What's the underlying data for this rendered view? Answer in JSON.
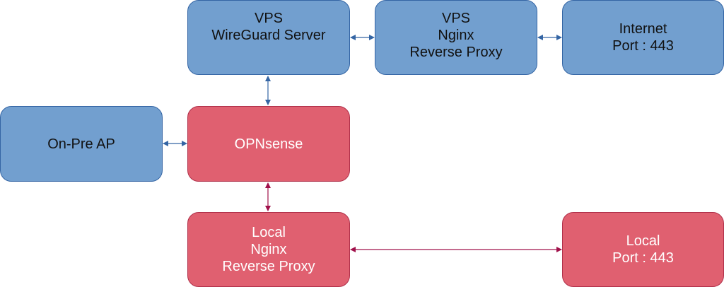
{
  "colors": {
    "vps_fill": "#729fcf",
    "vps_edge": "#3465a4",
    "local_fill": "#e06070",
    "local_edge": "#a0104a"
  },
  "nodes": {
    "vps_wireguard": {
      "label": "VPS\nWireGuard Server"
    },
    "vps_nginx": {
      "label": "VPS\nNginx\nReverse Proxy"
    },
    "internet": {
      "label": "Internet\nPort : 443"
    },
    "onpre_ap": {
      "label": "On-Pre AP"
    },
    "opnsense": {
      "label": "OPNsense"
    },
    "local_nginx": {
      "label": "Local\nNginx\nReverse Proxy"
    },
    "local_port": {
      "label": "Local\nPort : 443"
    }
  },
  "edges": [
    {
      "from": "vps_wireguard",
      "to": "vps_nginx",
      "direction": "both",
      "group": "vps"
    },
    {
      "from": "vps_nginx",
      "to": "internet",
      "direction": "both",
      "group": "vps"
    },
    {
      "from": "vps_wireguard",
      "to": "opnsense",
      "direction": "both",
      "group": "vps"
    },
    {
      "from": "onpre_ap",
      "to": "opnsense",
      "direction": "both",
      "group": "vps"
    },
    {
      "from": "opnsense",
      "to": "local_nginx",
      "direction": "both",
      "group": "local"
    },
    {
      "from": "local_nginx",
      "to": "local_port",
      "direction": "both",
      "group": "local"
    }
  ]
}
